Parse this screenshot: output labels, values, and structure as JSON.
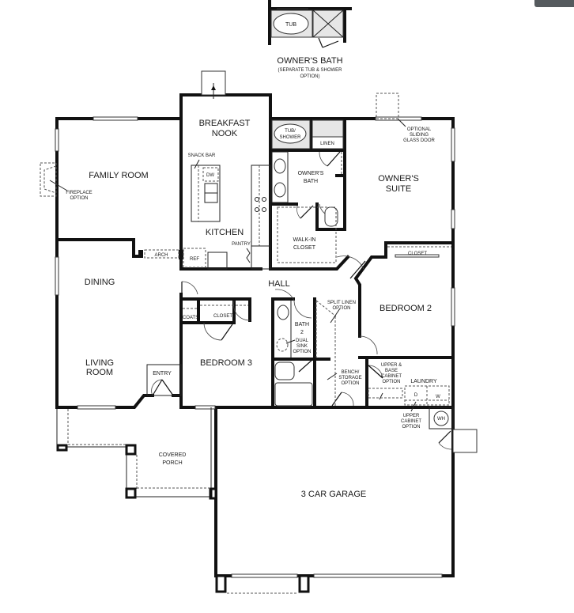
{
  "plan": {
    "rooms": {
      "owners_bath_option": {
        "title": "OWNER'S BATH",
        "subtitle_1": "(SEPARATE TUB & SHOWER",
        "subtitle_2": "OPTION)",
        "tub": "TUB"
      },
      "breakfast_nook": {
        "line1": "BREAKFAST",
        "line2": "NOOK"
      },
      "family_room": "FAMILY ROOM",
      "kitchen": "KITCHEN",
      "owners_bath": {
        "line1": "OWNER'S",
        "line2": "BATH"
      },
      "walk_in_closet": {
        "line1": "WALK-IN",
        "line2": "CLOSET"
      },
      "owners_suite": {
        "line1": "OWNER'S",
        "line2": "SUITE"
      },
      "dining": "DINING",
      "hall": "HALL",
      "bedroom_2": "BEDROOM 2",
      "bedroom_3": "BEDROOM 3",
      "living_room": {
        "line1": "LIVING",
        "line2": "ROOM"
      },
      "bath_2": {
        "line1": "BATH",
        "line2": "2"
      },
      "laundry": "LAUNDRY",
      "entry": "ENTRY",
      "covered_porch": {
        "line1": "COVERED",
        "line2": "PORCH"
      },
      "garage": "3 CAR GARAGE"
    },
    "fixtures": {
      "tub_shower": {
        "line1": "TUB/",
        "line2": "SHOWER"
      },
      "linen": "LINEN",
      "snack_bar": "SNACK BAR",
      "dw": "DW",
      "pantry": "PANTRY",
      "ref": "REF",
      "arch": "ARCH",
      "coats": "COATS",
      "closet": "CLOSET",
      "suite_closet": "CLOSET",
      "dryer": "D",
      "washer": "W",
      "water_heater": "WH"
    },
    "notes": {
      "fireplace": {
        "line1": "FIREPLACE",
        "line2": "OPTION"
      },
      "sliding_door": {
        "line1": "OPTIONAL",
        "line2": "SLIDING",
        "line3": "GLASS DOOR"
      },
      "split_linen": {
        "line1": "SPLIT LINEN",
        "line2": "OPTION"
      },
      "dual_sink": {
        "line1": "DUAL",
        "line2": "SINK",
        "line3": "OPTION"
      },
      "bench_storage": {
        "line1": "BENCH/",
        "line2": "STORAGE",
        "line3": "OPTION"
      },
      "upper_base_cabinet": {
        "line1": "UPPER &",
        "line2": "BASE",
        "line3": "CABINET",
        "line4": "OPTION"
      },
      "upper_cabinet": {
        "line1": "UPPER",
        "line2": "CABINET",
        "line3": "OPTION"
      }
    }
  }
}
